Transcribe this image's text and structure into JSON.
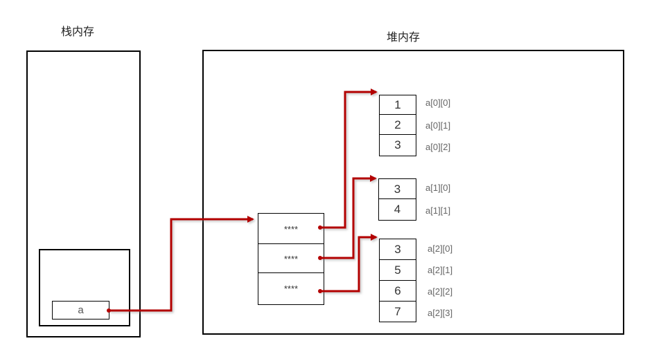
{
  "titles": {
    "stack": "栈内存",
    "heap": "堆内存"
  },
  "stack": {
    "var_name": "a"
  },
  "pointer_array": {
    "cells": [
      "****",
      "****",
      "****"
    ]
  },
  "arrays": [
    {
      "values": [
        "1",
        "2",
        "3"
      ],
      "labels": [
        "a[0][0]",
        "a[0][1]",
        "a[0][2]"
      ]
    },
    {
      "values": [
        "3",
        "4"
      ],
      "labels": [
        "a[1][0]",
        "a[1][1]"
      ]
    },
    {
      "values": [
        "3",
        "5",
        "6",
        "7"
      ],
      "labels": [
        "a[2][0]",
        "a[2][1]",
        "a[2][2]",
        "a[2][3]"
      ]
    }
  ],
  "colors": {
    "arrow": "#b30000",
    "border": "#000000"
  }
}
